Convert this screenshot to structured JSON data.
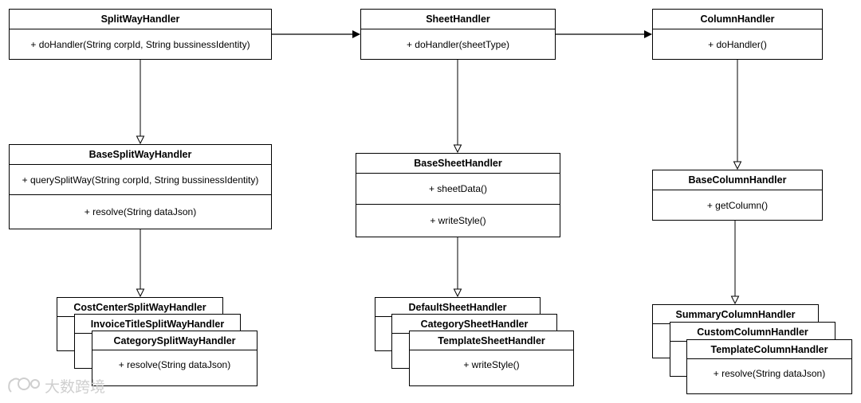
{
  "classes": {
    "split_way": {
      "name": "SplitWayHandler",
      "methods": [
        "+ doHandler(String corpId, String bussinessIdentity)"
      ]
    },
    "sheet": {
      "name": "SheetHandler",
      "methods": [
        "+ doHandler(sheetType)"
      ]
    },
    "column": {
      "name": "ColumnHandler",
      "methods": [
        "+ doHandler()"
      ]
    },
    "base_split_way": {
      "name": "BaseSplitWayHandler",
      "methods": [
        "+ querySplitWay(String corpId, String bussinessIdentity)",
        "+ resolve(String dataJson)"
      ]
    },
    "base_sheet": {
      "name": "BaseSheetHandler",
      "methods": [
        "+ sheetData()",
        "+ writeStyle()"
      ]
    },
    "base_column": {
      "name": "BaseColumnHandler",
      "methods": [
        "+ getColumn()"
      ]
    },
    "cost_center_split_way": {
      "name": "CostCenterSplitWayHandler"
    },
    "invoice_title_split_way": {
      "name": "InvoiceTitleSplitWayHandler"
    },
    "category_split_way": {
      "name": "CategorySplitWayHandler",
      "methods": [
        "+ resolve(String dataJson)"
      ]
    },
    "default_sheet": {
      "name": "DefaultSheetHandler"
    },
    "category_sheet": {
      "name": "CategorySheetHandler"
    },
    "template_sheet": {
      "name": "TemplateSheetHandler",
      "methods": [
        "+ writeStyle()"
      ]
    },
    "summary_column": {
      "name": "SummaryColumnHandler"
    },
    "custom_column": {
      "name": "CustomColumnHandler"
    },
    "template_column": {
      "name": "TemplateColumnHandler",
      "methods": [
        "+ resolve(String dataJson)"
      ]
    }
  },
  "watermark": {
    "text": "大数跨境",
    "icon": "speech-bubble-logo-icon"
  },
  "colors": {
    "line": "#000000",
    "box_fill": "#ffffff",
    "watermark": "#cfcfcf"
  }
}
